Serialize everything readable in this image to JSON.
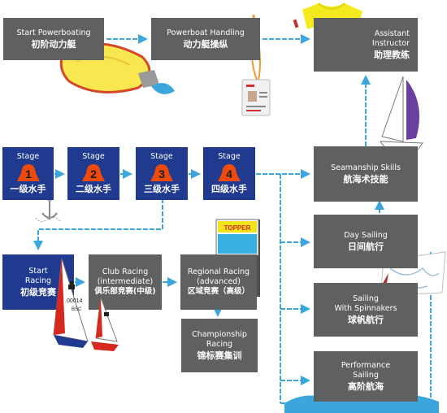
{
  "colors": {
    "gray_box": "#5f6062",
    "blue_box": "#1f3a8e",
    "arrow": "#3aa6dc",
    "level_orange": "#ee4a0b"
  },
  "nodes": {
    "start_powerboating": {
      "en": "Start Powerboating",
      "zh": "初阶动力艇"
    },
    "powerboat_handling": {
      "en": "Powerboat Handling",
      "zh": "动力艇操纵"
    },
    "assistant_instructor": {
      "en": "Assistant\nInstructor",
      "zh": "助理教练"
    },
    "stage_1": {
      "en": "Stage",
      "num": "1",
      "zh": "一级水手"
    },
    "stage_2": {
      "en": "Stage",
      "num": "2",
      "zh": "二级水手"
    },
    "stage_3": {
      "en": "Stage",
      "num": "3",
      "zh": "三级水手"
    },
    "stage_4": {
      "en": "Stage",
      "num": "4",
      "zh": "四级水手"
    },
    "seamanship_skills": {
      "en": "Seamanship Skills",
      "zh": "航海术技能"
    },
    "start_racing": {
      "en": "Start\nRacing",
      "zh": "初级竞赛"
    },
    "club_racing": {
      "en": "Club Racing\n(intermediate)",
      "zh": "俱乐部竞赛(中级)"
    },
    "regional_racing": {
      "en": "Regional Racing\n(advanced)",
      "zh": "区域竞赛（高级）"
    },
    "championship_racing": {
      "en": "Championship\nRacing",
      "zh": "锦标赛集训"
    },
    "day_sailing": {
      "en": "Day Sailing",
      "zh": "日间航行"
    },
    "sailing_spinnakers": {
      "en": "Sailing\nWith Spinnakers",
      "zh": "球帆航行"
    },
    "performance_sailing": {
      "en": "Performance\nSailing",
      "zh": "高阶航海"
    }
  },
  "illustrations": {
    "topper_sign": "TOPPER",
    "sail_number": "00014",
    "sail_club": "BSC",
    "icons": [
      "powerboat-icon",
      "lanyard-badge-icon",
      "tshirt-icon",
      "sailboat-icon",
      "anchor-icon",
      "racing-dinghy-icon",
      "flag-sign-icon",
      "chart-compass-icon",
      "water-splash-icon"
    ]
  }
}
